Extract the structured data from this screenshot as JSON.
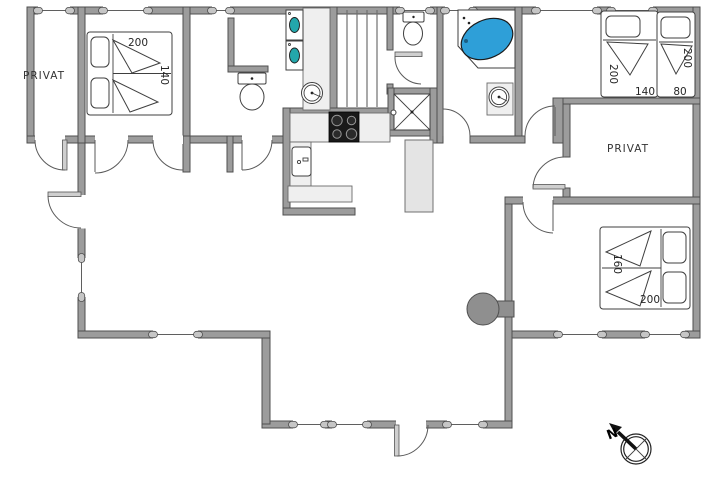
{
  "plan": {
    "room_labels": {
      "top_left_private": "PRIVAT",
      "right_private": "PRIVAT"
    },
    "dimensions": {
      "bed_top_left_length": "200",
      "bed_top_left_width": "140",
      "bed_top_right_large_length": "200",
      "bed_top_right_large_width": "140",
      "bed_top_right_small_length": "200",
      "bed_top_right_small_width": "80",
      "bed_bottom_right_width": "160",
      "bed_bottom_right_length": "200"
    },
    "compass_north": "N",
    "colors": {
      "wall_gray": "#9c9c9c",
      "spa_blue": "#2e9fd8",
      "appliance_teal": "#23a7ab",
      "counter_gray": "#efefef",
      "cooktop_black": "#191919",
      "stove_gray": "#8f8f8f"
    }
  }
}
